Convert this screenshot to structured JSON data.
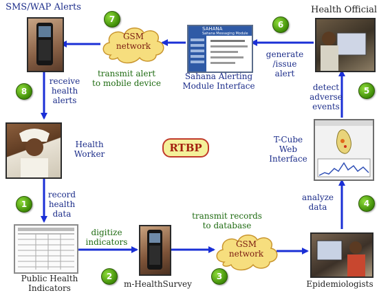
{
  "nodes": {
    "sms_wap_alerts": {
      "label": "SMS/WAP Alerts"
    },
    "health_official": {
      "label": "Health Official"
    },
    "gsm_top": {
      "line1": "GSM",
      "line2": "network"
    },
    "gsm_bottom": {
      "line1": "GSM",
      "line2": "network"
    },
    "sahana": {
      "line1": "Sahana Alerting",
      "line2": "Module Interface",
      "screen_title": "SAHANA",
      "screen_subtitle": "Sahana Messaging Module"
    },
    "health_worker": {
      "line1": "Health",
      "line2": "Worker"
    },
    "tcube": {
      "line1": "T-Cube",
      "line2": "Web",
      "line3": "Interface"
    },
    "public_health": {
      "line1": "Public Health",
      "line2": "Indicators"
    },
    "mhealth": {
      "label": "m-HealthSurvey"
    },
    "epidemiologists": {
      "label": "Epidemiologists"
    },
    "center": {
      "label": "RTBP"
    }
  },
  "edges": {
    "transmit_alert": {
      "line1": "transmit alert",
      "line2": "to mobile device"
    },
    "generate_issue": {
      "line1": "generate",
      "line2": "/issue",
      "line3": "alert"
    },
    "receive_health": {
      "line1": "receive",
      "line2": "health",
      "line3": "alerts"
    },
    "detect_adverse": {
      "line1": "detect",
      "line2": "adverse",
      "line3": "events"
    },
    "record_health": {
      "line1": "record",
      "line2": "health",
      "line3": "data"
    },
    "analyze_data": {
      "line1": "analyze",
      "line2": "data"
    },
    "digitize": {
      "line1": "digitize",
      "line2": "indicators"
    },
    "transmit_records": {
      "line1": "transmit records",
      "line2": "to database"
    }
  },
  "steps": [
    "1",
    "2",
    "3",
    "4",
    "5",
    "6",
    "7",
    "8"
  ],
  "colors": {
    "arrow": "#1a2fd6",
    "label_blue": "#1c2d8a",
    "label_green": "#1f6b12",
    "cloud": "#f6de7e",
    "cloud_border": "#c9952e",
    "badge": "#4a9a0c"
  }
}
